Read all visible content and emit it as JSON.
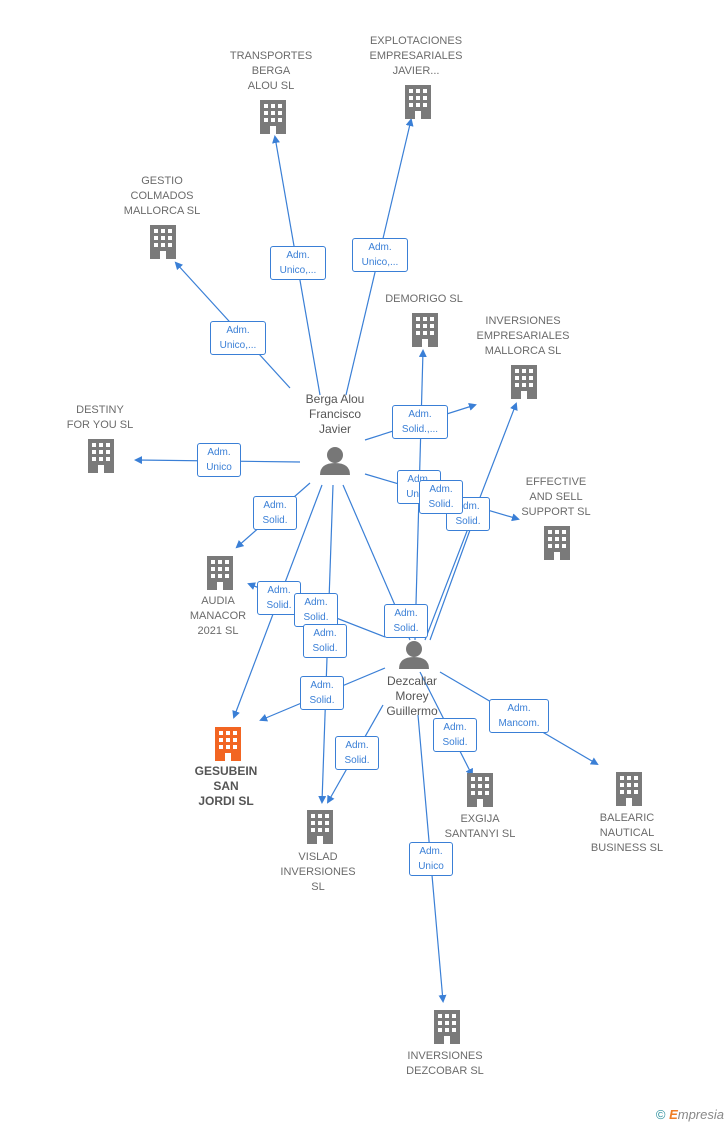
{
  "persons": {
    "berga": {
      "label_lines": [
        "Berga Alou",
        "Francisco",
        "Javier"
      ]
    },
    "dezcallar": {
      "label_lines": [
        "Dezcallar",
        "Morey",
        "Guillermo"
      ]
    }
  },
  "companies": {
    "transportes": {
      "label_lines": [
        "TRANSPORTES",
        "BERGA",
        "ALOU  SL"
      ]
    },
    "explotaciones": {
      "label_lines": [
        "EXPLOTACIONES",
        "EMPRESARIALES",
        "JAVIER..."
      ]
    },
    "gestio": {
      "label_lines": [
        "GESTIO",
        "COLMADOS",
        "MALLORCA  SL"
      ]
    },
    "demorigo": {
      "label_lines": [
        "DEMORIGO SL"
      ]
    },
    "inv_empresariales": {
      "label_lines": [
        "INVERSIONES",
        "EMPRESARIALES",
        "MALLORCA  SL"
      ]
    },
    "destiny": {
      "label_lines": [
        "DESTINY",
        "FOR YOU  SL"
      ]
    },
    "effective": {
      "label_lines": [
        "EFFECTIVE",
        "AND SELL",
        "SUPPORT  SL"
      ]
    },
    "audia": {
      "label_lines": [
        "AUDIA",
        "MANACOR",
        "2021  SL"
      ]
    },
    "gesubein": {
      "label_lines": [
        "GESUBEIN",
        "SAN",
        "JORDI  SL"
      ]
    },
    "vislad": {
      "label_lines": [
        "VISLAD",
        "INVERSIONES",
        "SL"
      ]
    },
    "exgija": {
      "label_lines": [
        "EXGIJA",
        "SANTANYI  SL"
      ]
    },
    "balearic": {
      "label_lines": [
        "BALEARIC",
        "NAUTICAL",
        "BUSINESS  SL"
      ]
    },
    "dezcobar": {
      "label_lines": [
        "INVERSIONES",
        "DEZCOBAR  SL"
      ]
    }
  },
  "edges": {
    "e_transportes": [
      "Adm.",
      "Unico,..."
    ],
    "e_explotaciones": [
      "Adm.",
      "Unico,..."
    ],
    "e_gestio": [
      "Adm.",
      "Unico,..."
    ],
    "e_destiny": [
      "Adm.",
      "Unico"
    ],
    "e_b_inv": [
      "Adm.",
      "Solid.,..."
    ],
    "e_b_effective1": [
      "Adm.",
      "Unico"
    ],
    "e_b_effective2": [
      "Adm.",
      "Solid."
    ],
    "e_d_effective": [
      "Adm.",
      "Solid."
    ],
    "e_b_audia": [
      "Adm.",
      "Solid."
    ],
    "e_d_audia": [
      "Adm.",
      "Solid."
    ],
    "e_b_vislad": [
      "Adm.",
      "Solid."
    ],
    "e_d_vislad1": [
      "Adm.",
      "Solid."
    ],
    "e_d_demorigo": [
      "Adm.",
      "Solid."
    ],
    "e_d_gesubein": [
      "Adm.",
      "Solid."
    ],
    "e_d_vislad2": [
      "Adm.",
      "Solid."
    ],
    "e_d_exgija": [
      "Adm.",
      "Solid."
    ],
    "e_d_balearic": [
      "Adm.",
      "Mancom."
    ],
    "e_d_dezcobar": [
      "Adm.",
      "Unico"
    ]
  },
  "colors": {
    "edge": "#3a7fd6",
    "building": "#7a7a7a",
    "highlight": "#f26522"
  },
  "footer": {
    "copyright": "©",
    "brand_first": "E",
    "brand_rest": "mpresia"
  }
}
